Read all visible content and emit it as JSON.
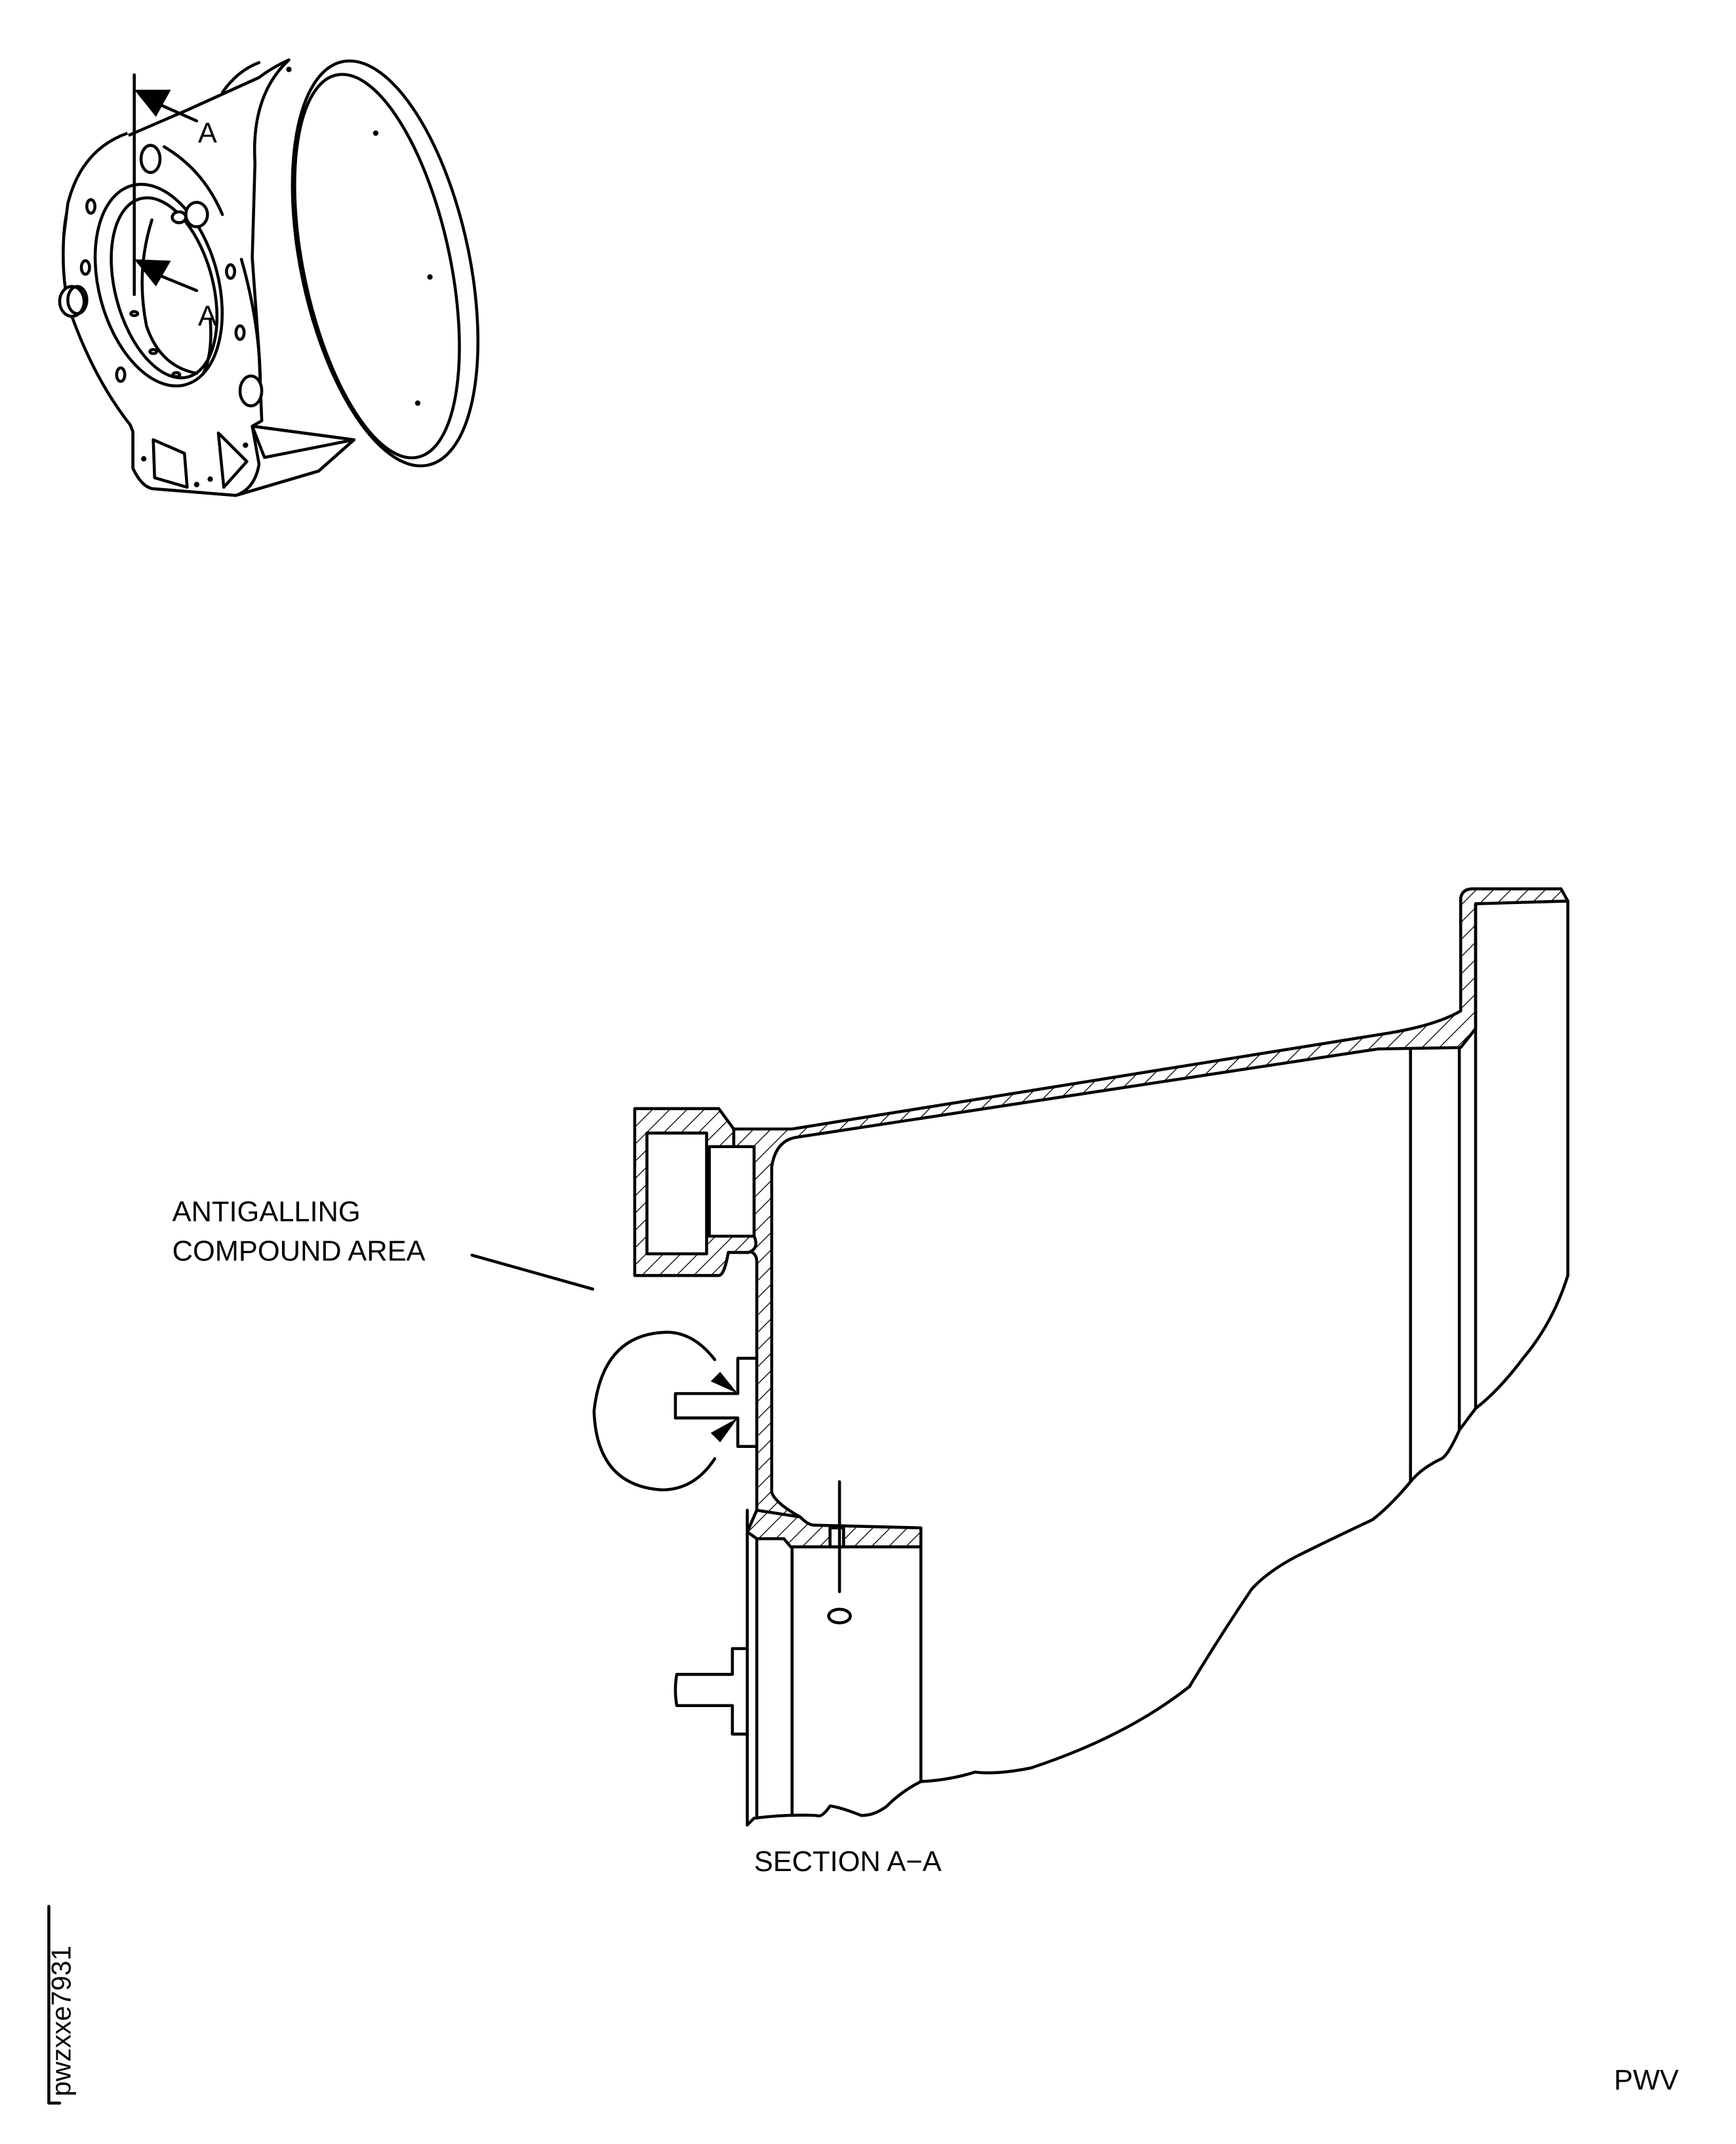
{
  "figure": {
    "view_label_upper": "A",
    "view_label_lower": "A",
    "callout": {
      "line1": "ANTIGALLING",
      "line2": "COMPOUND AREA"
    },
    "section_title": "SECTION A−A",
    "figure_id": "pwzxxe7931",
    "corner_code": "PWV"
  }
}
